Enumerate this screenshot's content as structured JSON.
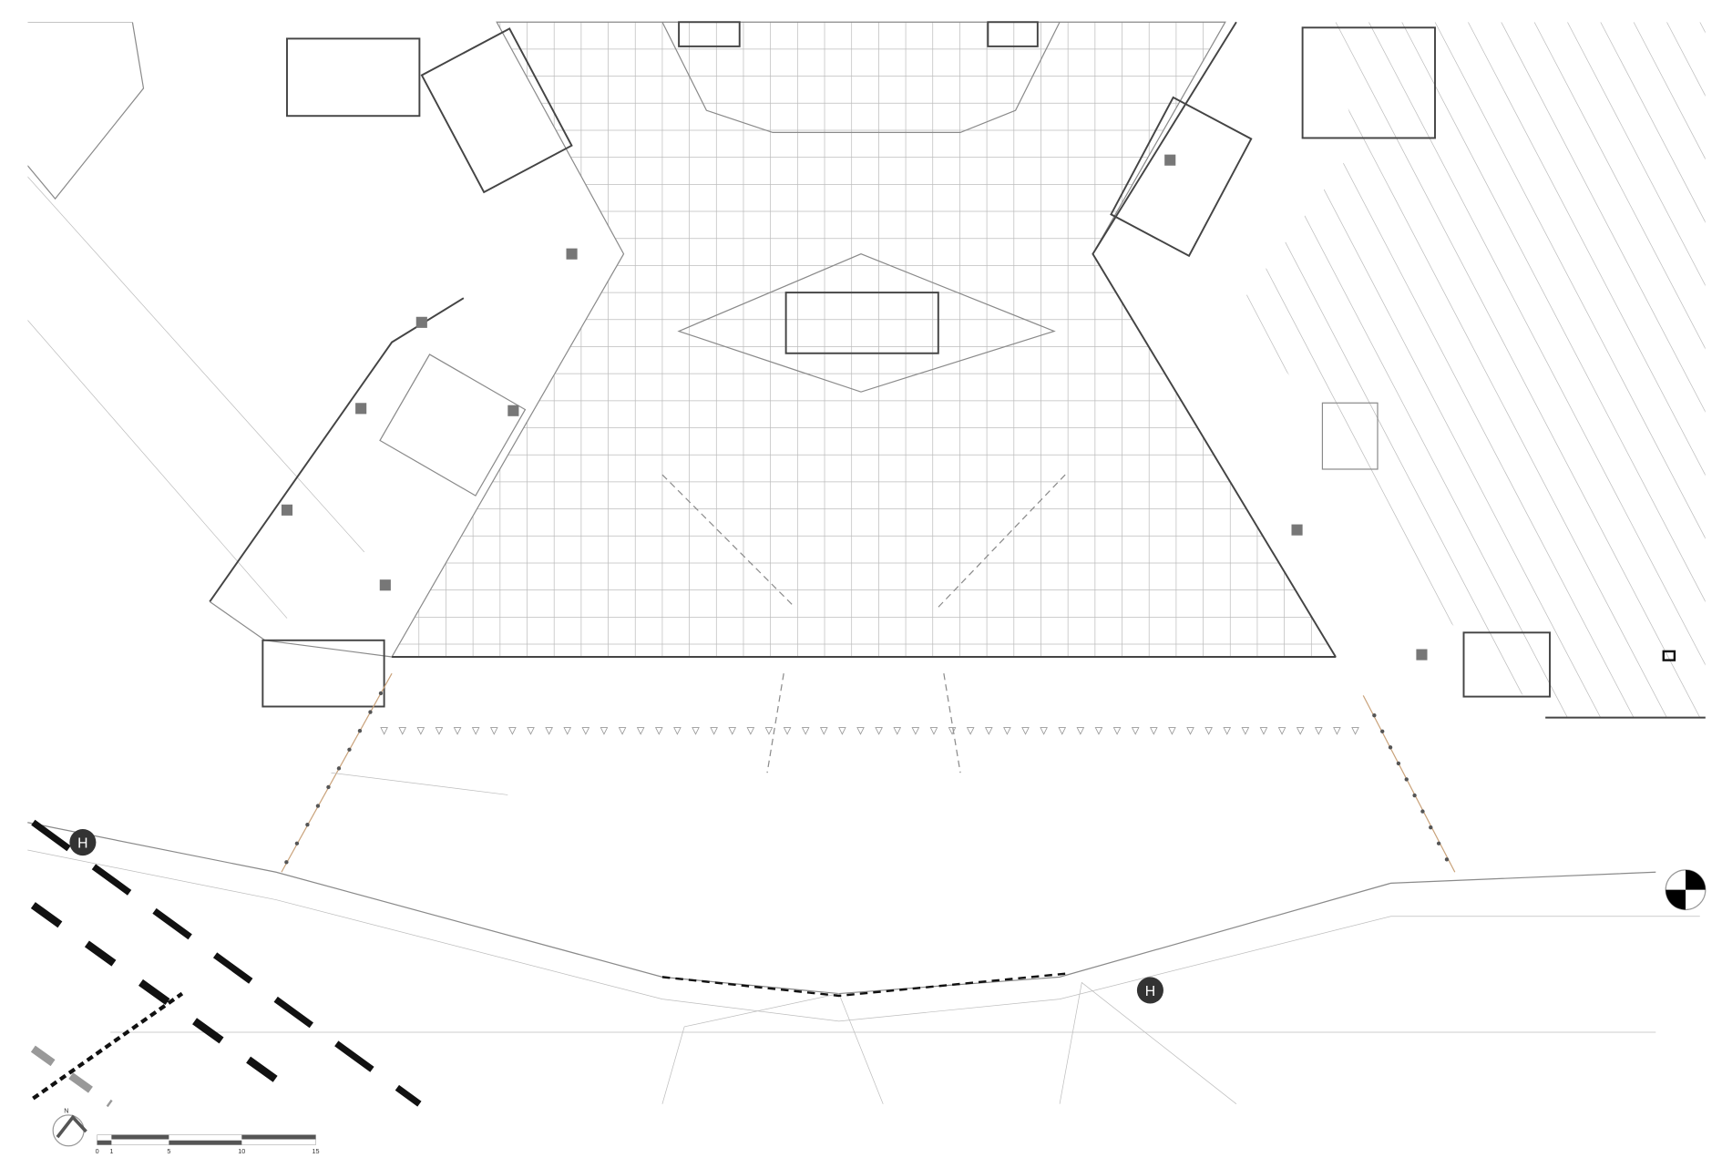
{
  "drawing": {
    "type": "architectural floor plan",
    "section_markers": [
      "H",
      "H"
    ],
    "north_label": "N",
    "scale_bar": {
      "ticks": [
        "0",
        "1",
        "5",
        "10",
        "15"
      ]
    },
    "colors": {
      "line": "#bdbdbd",
      "wall": "#444444",
      "column": "#7a7a7a",
      "accent": "#c9a27a"
    }
  }
}
